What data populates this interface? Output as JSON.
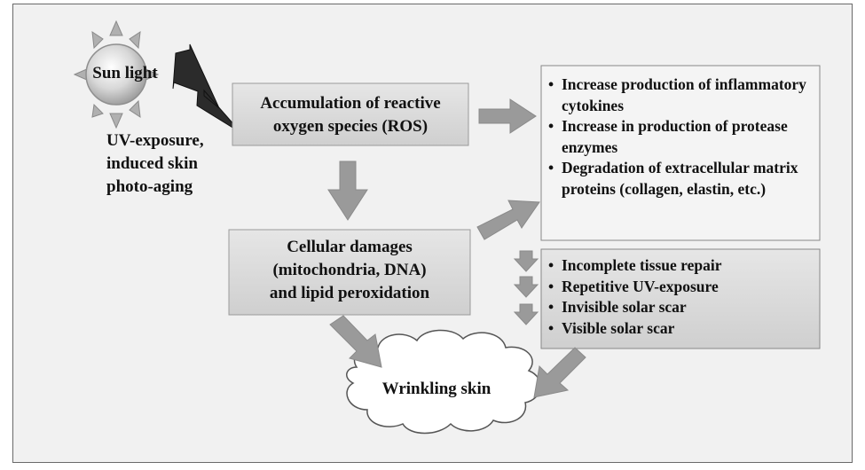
{
  "sun": {
    "label": "Sun light"
  },
  "uv_caption": [
    "UV-exposure,",
    "induced skin",
    "photo-aging"
  ],
  "ros_box": {
    "lines": [
      "Accumulation of reactive",
      "oxygen species (ROS)"
    ]
  },
  "cellular_box": {
    "lines": [
      "Cellular damages",
      "(mitochondria, DNA)",
      "and lipid peroxidation"
    ]
  },
  "effects_box": {
    "items": [
      "Increase production of inflammatory cytokines",
      "Increase in production of protease enzymes",
      "Degradation of  extracellular matrix proteins (collagen, elastin, etc.)"
    ]
  },
  "outcomes_box": {
    "items": [
      "Incomplete tissue repair",
      "Repetitive UV-exposure",
      "Invisible solar scar",
      "Visible solar scar"
    ]
  },
  "result": {
    "label": "Wrinkling skin"
  },
  "colors": {
    "background": "#f1f1f1",
    "box_fill": "#d9d9d9",
    "effects_box_fill": "#f4f4f4",
    "arrow_fill": "#9a9a9a",
    "sun_fill": "#b0b0b0",
    "lightning_fill": "#2b2b2b"
  }
}
